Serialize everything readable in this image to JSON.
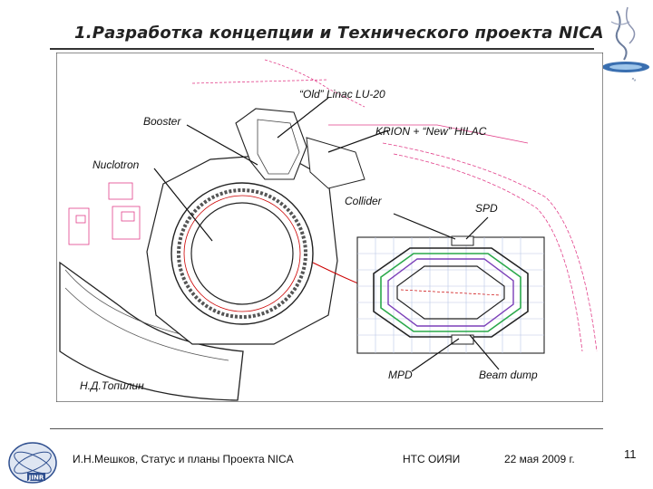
{
  "slide": {
    "title": "1.Разработка концепции и Технического проекта NICA",
    "page_number": "11"
  },
  "diagram": {
    "labels": {
      "old_linac": "“Old” Linac LU-20",
      "booster": "Booster",
      "krion": "KRION + “New” HILAC",
      "nuclotron": "Nuclotron",
      "collider": "Collider",
      "spd": "SPD",
      "mpd": "MPD",
      "beam_dump": "Beam dump",
      "author": "Н.Д.Топилин"
    }
  },
  "footer": {
    "author_talk": "И.Н.Мешков, Статус и планы Проекта NICA",
    "org": "НТС ОИЯИ",
    "date": "22 мая 2009 г."
  },
  "logo": {
    "bottom_text": "JINR"
  }
}
